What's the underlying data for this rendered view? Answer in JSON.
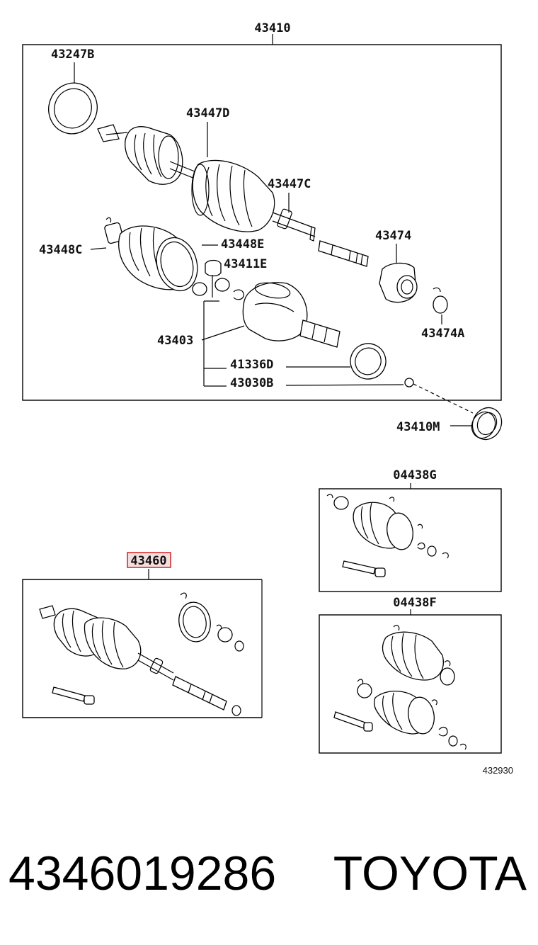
{
  "labels": {
    "main_assembly": "43410",
    "boot_clamp_ring": "43247B",
    "boot_clamp_d": "43447D",
    "boot_clamp_c": "43447C",
    "bearing": "43474",
    "snap_ring_a": "43474A",
    "inner_clamp_c": "43448C",
    "inner_clamp_e": "43448E",
    "tripod": "43411E",
    "outboard_joint": "43403",
    "dust_deflector": "41336D",
    "ball": "43030B",
    "seal": "43410M",
    "boot_kit_g": "04438G",
    "boot_kit_f": "04438F",
    "shaft_assembly": "43460",
    "figure_number": "432930"
  },
  "footer": {
    "part_number": "4346019286",
    "brand": "TOYOTA"
  },
  "colors": {
    "highlight_border": "#d42020",
    "highlight_fill": "#f3dede",
    "ink": "#000000"
  }
}
